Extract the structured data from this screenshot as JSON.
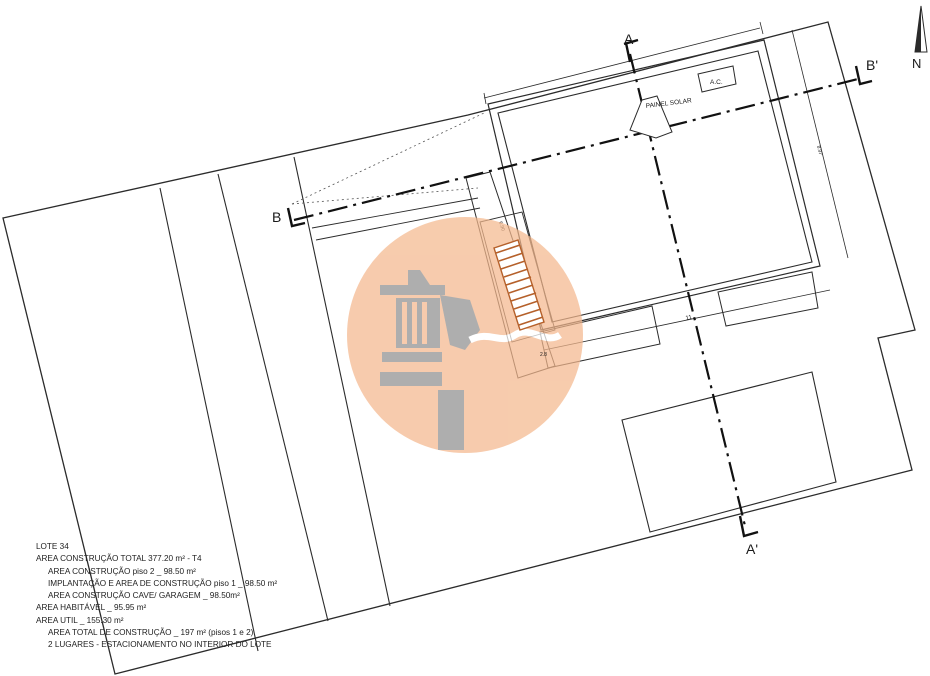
{
  "plan": {
    "north": "N",
    "section_a_top": "A",
    "section_a_bottom": "A'",
    "section_b_left": "B",
    "section_b_right": "B'",
    "solar_panel_label": "PAINEL SOLAR",
    "ac_label": "A.C.",
    "dim_top": "",
    "dim_right": "8.97",
    "dim_bottom": "11",
    "dim_stairs": "6.90",
    "dim_small": "2.8"
  },
  "notes": {
    "lote": "LOTE 34",
    "total": "AREA CONSTRUÇÃO TOTAL 377.20 m² - T4",
    "piso2": "AREA CONSTRUÇÃO piso 2 _ 98.50 m²",
    "piso1": "IMPLANTAÇÃO E AREA DE CONSTRUÇÃO piso 1 _ 98.50 m²",
    "cave": "AREA CONSTRUÇÃO CAVE/ GARAGEM _ 98.50m²",
    "habitavel": "AREA HABITÁVEL _ 95.95 m²",
    "util": "AREA UTIL _ 155.30 m²",
    "total_construcao": "AREA  TOTAL DE CONSTRUÇÃO _ 197 m² (pisos 1 e 2)",
    "estacionamento": "2 LUGARES - ESTACIONAMENTO NO INTERIOR DO LOTE"
  },
  "colors": {
    "line": "#2b2b2b",
    "watermark_circle": "#f4c4a2",
    "watermark_building": "#9a9a9a",
    "stairs": "#b5602a"
  }
}
